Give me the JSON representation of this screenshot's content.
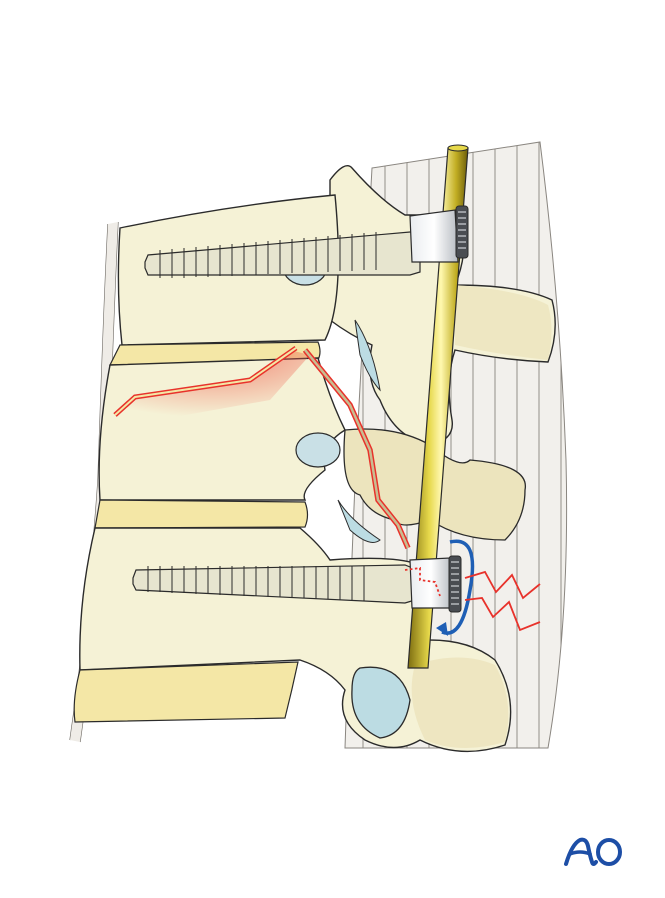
{
  "figure": {
    "title": "Lateral view of thoracolumbar spine with pedicle screw and rod fixation",
    "description": "Vertebral body fracture with fracture line through posterior elements; rotation arrow at lower screw head and red zig-zag indicating load/pain"
  },
  "logo": {
    "text": "AO",
    "color": "#1d4ea6"
  },
  "colors": {
    "bone": "#f5f2d6",
    "bone_shade": "#e8e0b8",
    "disc": "#f4e7a6",
    "cartilage": "#bcdce3",
    "rod": "#c8b52a",
    "muscle_bg": "#efece7",
    "fracture": "#e8322b",
    "rotation_arrow": "#1f5fb5",
    "outline": "#2b2b2b"
  },
  "annotations": {
    "fracture_line": "red fracture line",
    "rotation_arrow": "rotation",
    "pain_signal": "zig-zag"
  }
}
